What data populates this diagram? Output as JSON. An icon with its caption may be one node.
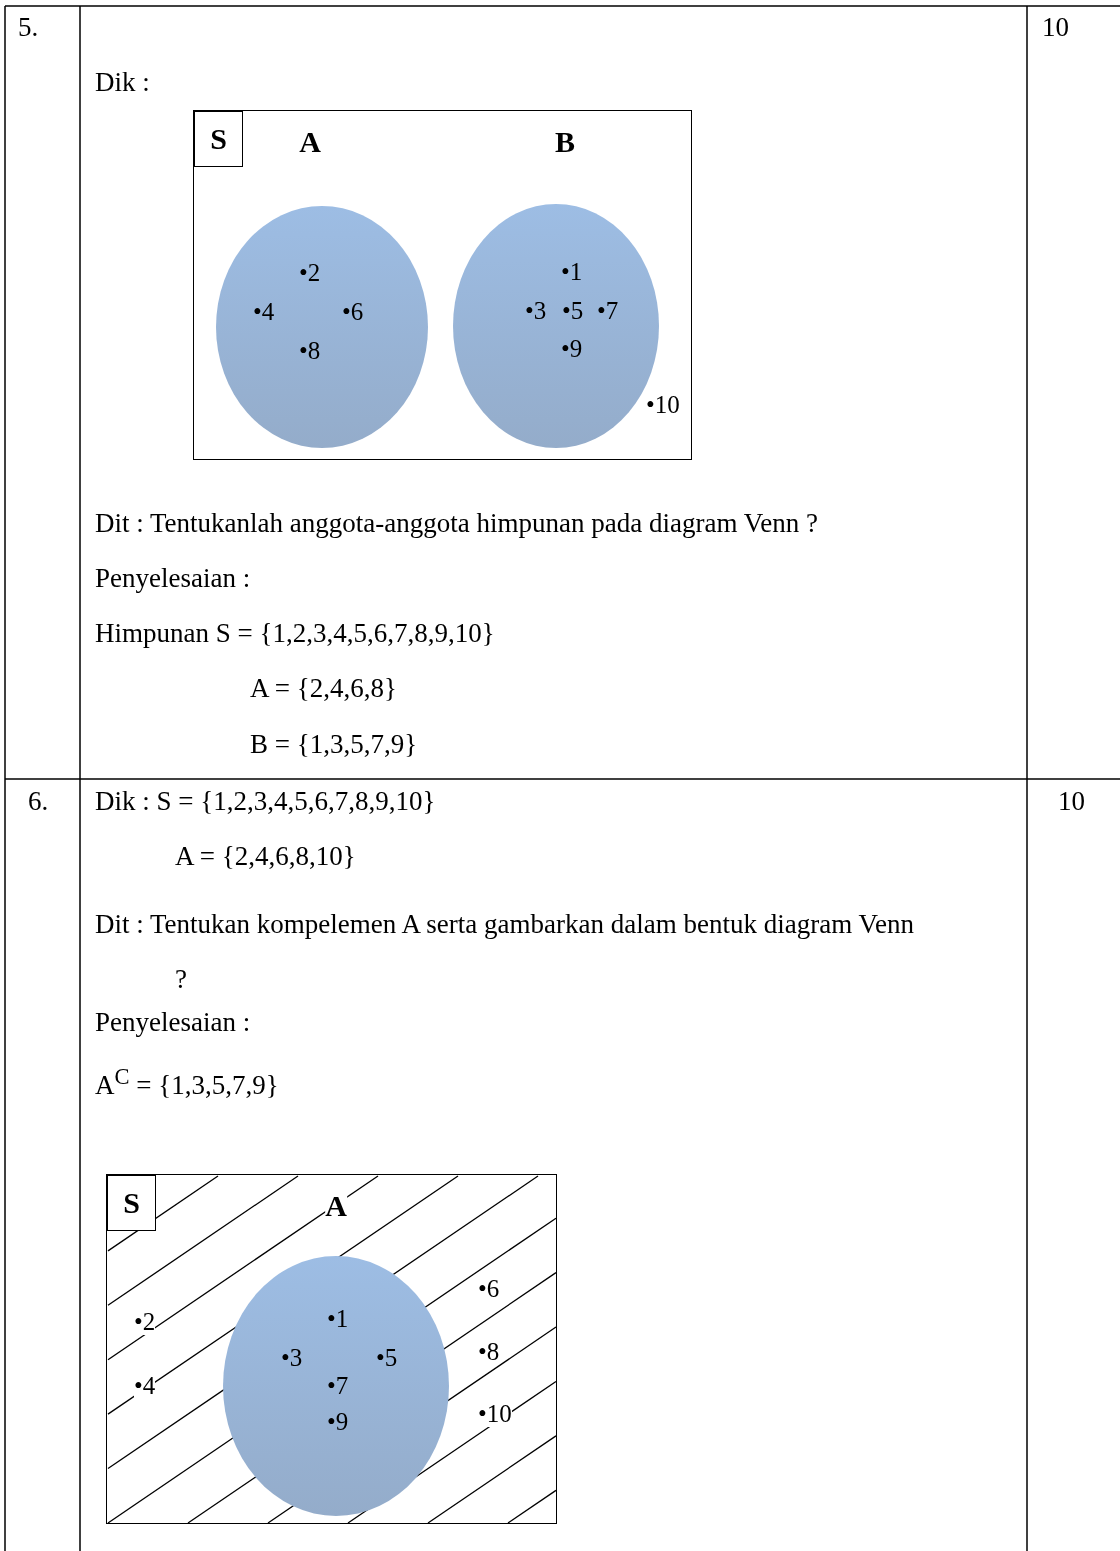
{
  "diagram": {
    "nodes": [
      {
        "text": [
          "•10"
        ]
      },
      {
        "text": [
          "S"
        ],
        "in": 0
      },
      {
        "text": [
          "A",
          "•2",
          "•4",
          "•6",
          "•8"
        ],
        "in": 0
      },
      {
        "text": [
          "B",
          "•1",
          "•3",
          "•5",
          "•7",
          "•9"
        ],
        "in": 0
      },
      {
        "text": [
          "•2",
          "•4",
          "•6",
          "•8",
          "•10"
        ]
      },
      {
        "text": [
          "S"
        ],
        "in": 4
      },
      {
        "text": [
          "A",
          "•1",
          "•3",
          "•5",
          "•7",
          "•9"
        ],
        "in": 4
      }
    ],
    "edges": [],
    "labels": [
      "5.",
      "Dik :",
      "Dit : Tentukanlah anggota-anggota himpunan pada diagram Venn ?",
      "Penyelesaian :",
      "Himpunan S = {1,2,3,4,5,6,7,8,9,10}",
      "A = {2,4,6,8}",
      "B = {1,3,5,7,9}",
      "10",
      "6.",
      "Dik : S = {1,2,3,4,5,6,7,8,9,10}",
      "A = {2,4,6,8,10}",
      "Dit : Tentukan kompelemen A serta gambarkan dalam bentuk diagram Venn ?",
      "Penyelesaian :",
      "A$^{C}$ = {1,3,5,7,9}",
      "10"
    ]
  }
}
